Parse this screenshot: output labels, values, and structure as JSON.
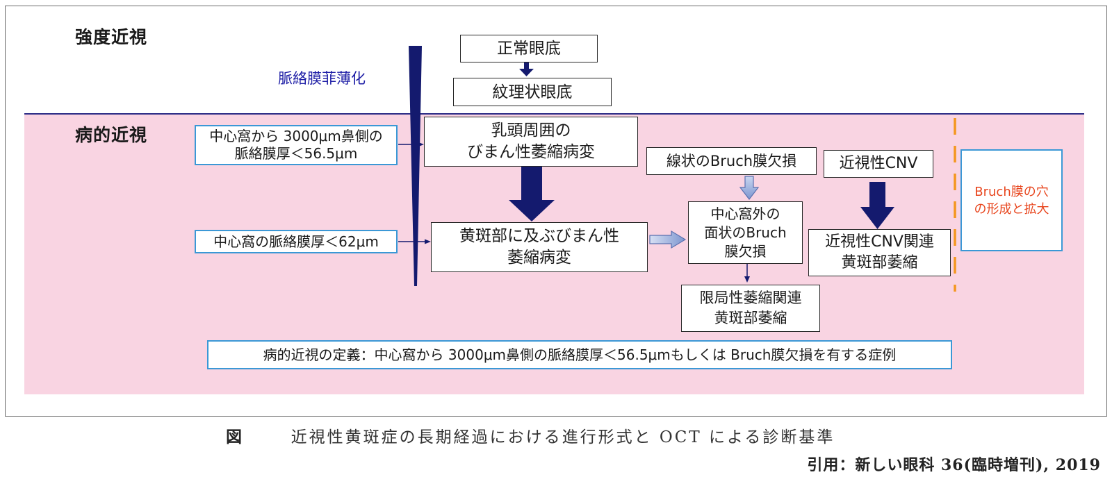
{
  "sections": {
    "high_myopia": {
      "label": "強度近視"
    },
    "pathologic_myopia": {
      "label": "病的近視"
    }
  },
  "choroid_thinning_label": "脈絡膜菲薄化",
  "criteria": {
    "parafoveal": {
      "lines": [
        "中心窩から 3000μm鼻側の",
        "脈絡膜厚＜56.5μm"
      ]
    },
    "subfoveal": {
      "lines": [
        "中心窩の脈絡膜厚＜62μm"
      ]
    }
  },
  "stages": {
    "normal_fundus": {
      "lines": [
        "正常眼底"
      ]
    },
    "tessellated_fundus": {
      "lines": [
        "紋理状眼底"
      ]
    },
    "peripapillary_diffuse_atrophy": {
      "lines": [
        "乳頭周囲の",
        "びまん性萎縮病変"
      ]
    },
    "macular_diffuse_atrophy": {
      "lines": [
        "黄斑部に及ぶびまん性",
        "萎縮病変"
      ]
    },
    "linear_bruch_defect": {
      "lines": [
        "線状のBruch膜欠損"
      ]
    },
    "extrafoveal_patchy_bruch_defect": {
      "lines": [
        "中心窩外の",
        "面状のBruch",
        "膜欠損"
      ]
    },
    "patchy_atrophy": {
      "lines": [
        "限局性萎縮関連",
        "黄斑部萎縮"
      ]
    },
    "myopic_cnv": {
      "lines": [
        "近視性CNV"
      ]
    },
    "cnv_related_atrophy": {
      "lines": [
        "近視性CNV関連",
        "黄斑部萎縮"
      ]
    }
  },
  "bruch_hole_note": {
    "lines": [
      "Bruch膜の穴",
      "の形成と拡大"
    ]
  },
  "definition": "病的近視の定義：中心窩から 3000μm鼻側の脈絡膜厚＜56.5μmもしくは Bruch膜欠損を有する症例",
  "caption": {
    "label": "図",
    "title": "近視性黄斑症の長期経過における進行形式と OCT による診断基準"
  },
  "citation": "引用：新しい眼科 36(臨時増刊), 2019",
  "colors": {
    "navy": "#141a6e",
    "box_blue": "#3b98d6",
    "pink": "#f9d4e2",
    "orange": "#f4961e",
    "note_red": "#e8461e",
    "label_blue": "#1e1ea6",
    "separator": "#2b2b86"
  }
}
